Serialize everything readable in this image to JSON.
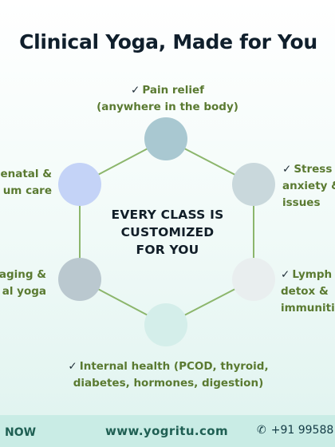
{
  "title": "Clinical Yoga, Made for You",
  "center": {
    "line1": "EVERY CLASS IS",
    "line2": "CUSTOMIZED",
    "line3": "FOR YOU"
  },
  "check_mark": "✓",
  "nodes": [
    {
      "key": "pain",
      "color": "#a9c8d1"
    },
    {
      "key": "stress",
      "color": "#c9d8dc"
    },
    {
      "key": "lymph",
      "color": "#e9eeef"
    },
    {
      "key": "internal",
      "color": "#d4eeea"
    },
    {
      "key": "aging",
      "color": "#bac8cf"
    },
    {
      "key": "prenatal",
      "color": "#c4d3f7"
    }
  ],
  "edge_color": "#8cb66c",
  "labels": {
    "pain": {
      "line1": "Pain relief",
      "line2": "(anywhere in the body)"
    },
    "stress": {
      "line1": "Stress",
      "line2": "anxiety &",
      "line3": "issues"
    },
    "lymph": {
      "line1": "Lymph",
      "line2": "detox &",
      "line3": "immuniti"
    },
    "internal": {
      "line1": "Internal health (PCOD, thyroid,",
      "line2": "diabetes, hormones, digestion)"
    },
    "aging": {
      "line1": "aging &",
      "line2": "al yoga"
    },
    "prenatal": {
      "line1": "enatal &",
      "line2": "um care"
    }
  },
  "footer": {
    "cta": "NOW",
    "website": "www.yogritu.com",
    "phone_icon": "phone-icon",
    "phone": "+91 99588"
  }
}
